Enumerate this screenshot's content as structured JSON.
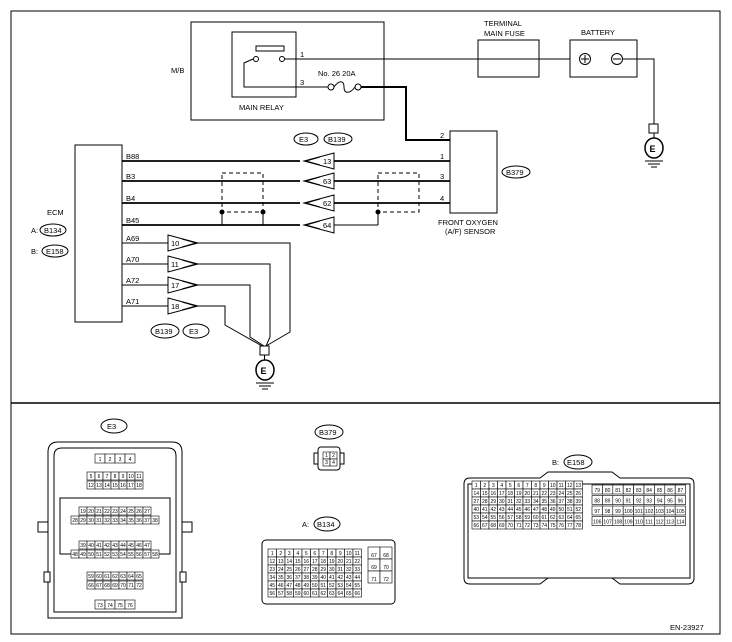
{
  "diagram": {
    "boxes": {
      "mb": "M/B",
      "main_relay": "MAIN RELAY",
      "terminal_main_fuse": [
        "TERMINAL",
        "MAIN FUSE"
      ],
      "battery": "BATTERY",
      "ecm": "ECM",
      "sensor": [
        "FRONT OXYGEN",
        "(A/F) SENSOR"
      ]
    },
    "relay_pins": [
      "1",
      "3"
    ],
    "fuse_label": "No. 26   20A",
    "ecm_connectors": {
      "a": {
        "prefix": "A:",
        "id": "B134"
      },
      "b": {
        "prefix": "B:",
        "id": "E158"
      }
    },
    "ecm_wires_b": [
      "B88",
      "B3",
      "B4",
      "B45"
    ],
    "ecm_wires_a": [
      "A69",
      "A70",
      "A72",
      "A71"
    ],
    "middle_connectors": [
      "E3",
      "B139"
    ],
    "middle_pins": [
      "13",
      "63",
      "62",
      "64"
    ],
    "lower_connectors": [
      "B139",
      "E3"
    ],
    "lower_pins": [
      "10",
      "11",
      "17",
      "18"
    ],
    "sensor_connector": "B379",
    "sensor_pins": [
      "2",
      "1",
      "3",
      "4"
    ],
    "ground_symbol": "E"
  },
  "connectors": {
    "e3": {
      "id": "E3",
      "rows": [
        [
          "1",
          "2",
          "3",
          "4"
        ],
        [
          "5",
          "6",
          "7",
          "8",
          "9",
          "10",
          "11"
        ],
        [
          "12",
          "13",
          "14",
          "15",
          "16",
          "17",
          "18"
        ],
        [
          "19",
          "20",
          "21",
          "22",
          "23",
          "24",
          "25",
          "26",
          "27"
        ],
        [
          "28",
          "29",
          "30",
          "31",
          "32",
          "33",
          "34",
          "35",
          "36",
          "37",
          "38"
        ],
        [
          "39",
          "40",
          "41",
          "42",
          "43",
          "44",
          "45",
          "46",
          "47"
        ],
        [
          "48",
          "49",
          "50",
          "51",
          "52",
          "53",
          "54",
          "55",
          "56",
          "57",
          "58"
        ],
        [
          "59",
          "60",
          "61",
          "62",
          "63",
          "64",
          "65"
        ],
        [
          "66",
          "67",
          "68",
          "69",
          "70",
          "71",
          "72"
        ],
        [
          "73",
          "74",
          "75",
          "76"
        ]
      ]
    },
    "b379": {
      "id": "B379",
      "rows": [
        [
          "1",
          "2"
        ],
        [
          "3",
          "4"
        ]
      ]
    },
    "b134": {
      "prefix": "A:",
      "id": "B134",
      "rows": [
        [
          "1",
          "2",
          "3",
          "4",
          "5",
          "6",
          "7",
          "8",
          "9",
          "10",
          "11"
        ],
        [
          "12",
          "13",
          "14",
          "15",
          "16",
          "17",
          "18",
          "19",
          "20",
          "21",
          "22"
        ],
        [
          "23",
          "24",
          "25",
          "26",
          "27",
          "28",
          "29",
          "30",
          "31",
          "32",
          "33"
        ],
        [
          "34",
          "35",
          "36",
          "37",
          "38",
          "39",
          "40",
          "41",
          "42",
          "43",
          "44"
        ],
        [
          "45",
          "46",
          "47",
          "48",
          "49",
          "50",
          "51",
          "52",
          "53",
          "54",
          "55"
        ],
        [
          "56",
          "57",
          "58",
          "59",
          "60",
          "61",
          "62",
          "63",
          "64",
          "65",
          "66"
        ]
      ],
      "side_rows": [
        [
          "67",
          "68"
        ],
        [
          "69",
          "70"
        ],
        [
          "71",
          "72"
        ]
      ]
    },
    "e158": {
      "prefix": "B:",
      "id": "E158",
      "rows": [
        [
          "1",
          "2",
          "3",
          "4",
          "5",
          "6",
          "7",
          "8",
          "9",
          "10",
          "11",
          "12",
          "13"
        ],
        [
          "14",
          "15",
          "16",
          "17",
          "18",
          "19",
          "20",
          "21",
          "22",
          "23",
          "24",
          "25",
          "26"
        ],
        [
          "27",
          "28",
          "29",
          "30",
          "31",
          "32",
          "33",
          "34",
          "35",
          "36",
          "37",
          "38",
          "39"
        ],
        [
          "40",
          "41",
          "42",
          "43",
          "44",
          "45",
          "46",
          "47",
          "48",
          "49",
          "50",
          "51",
          "52"
        ],
        [
          "53",
          "54",
          "55",
          "56",
          "57",
          "58",
          "59",
          "60",
          "61",
          "62",
          "63",
          "64",
          "65"
        ],
        [
          "66",
          "67",
          "68",
          "69",
          "70",
          "71",
          "72",
          "73",
          "74",
          "75",
          "76",
          "77",
          "78"
        ]
      ],
      "side_rows": [
        [
          "79",
          "80",
          "81",
          "82",
          "83",
          "84",
          "85",
          "86",
          "87"
        ],
        [
          "88",
          "89",
          "90",
          "91",
          "92",
          "93",
          "94",
          "95",
          "96"
        ],
        [
          "97",
          "98",
          "99",
          "100",
          "101",
          "102",
          "103",
          "104",
          "105"
        ],
        [
          "106",
          "107",
          "108",
          "109",
          "110",
          "111",
          "112",
          "113",
          "114"
        ]
      ]
    }
  },
  "figure_id": "EN-23927"
}
